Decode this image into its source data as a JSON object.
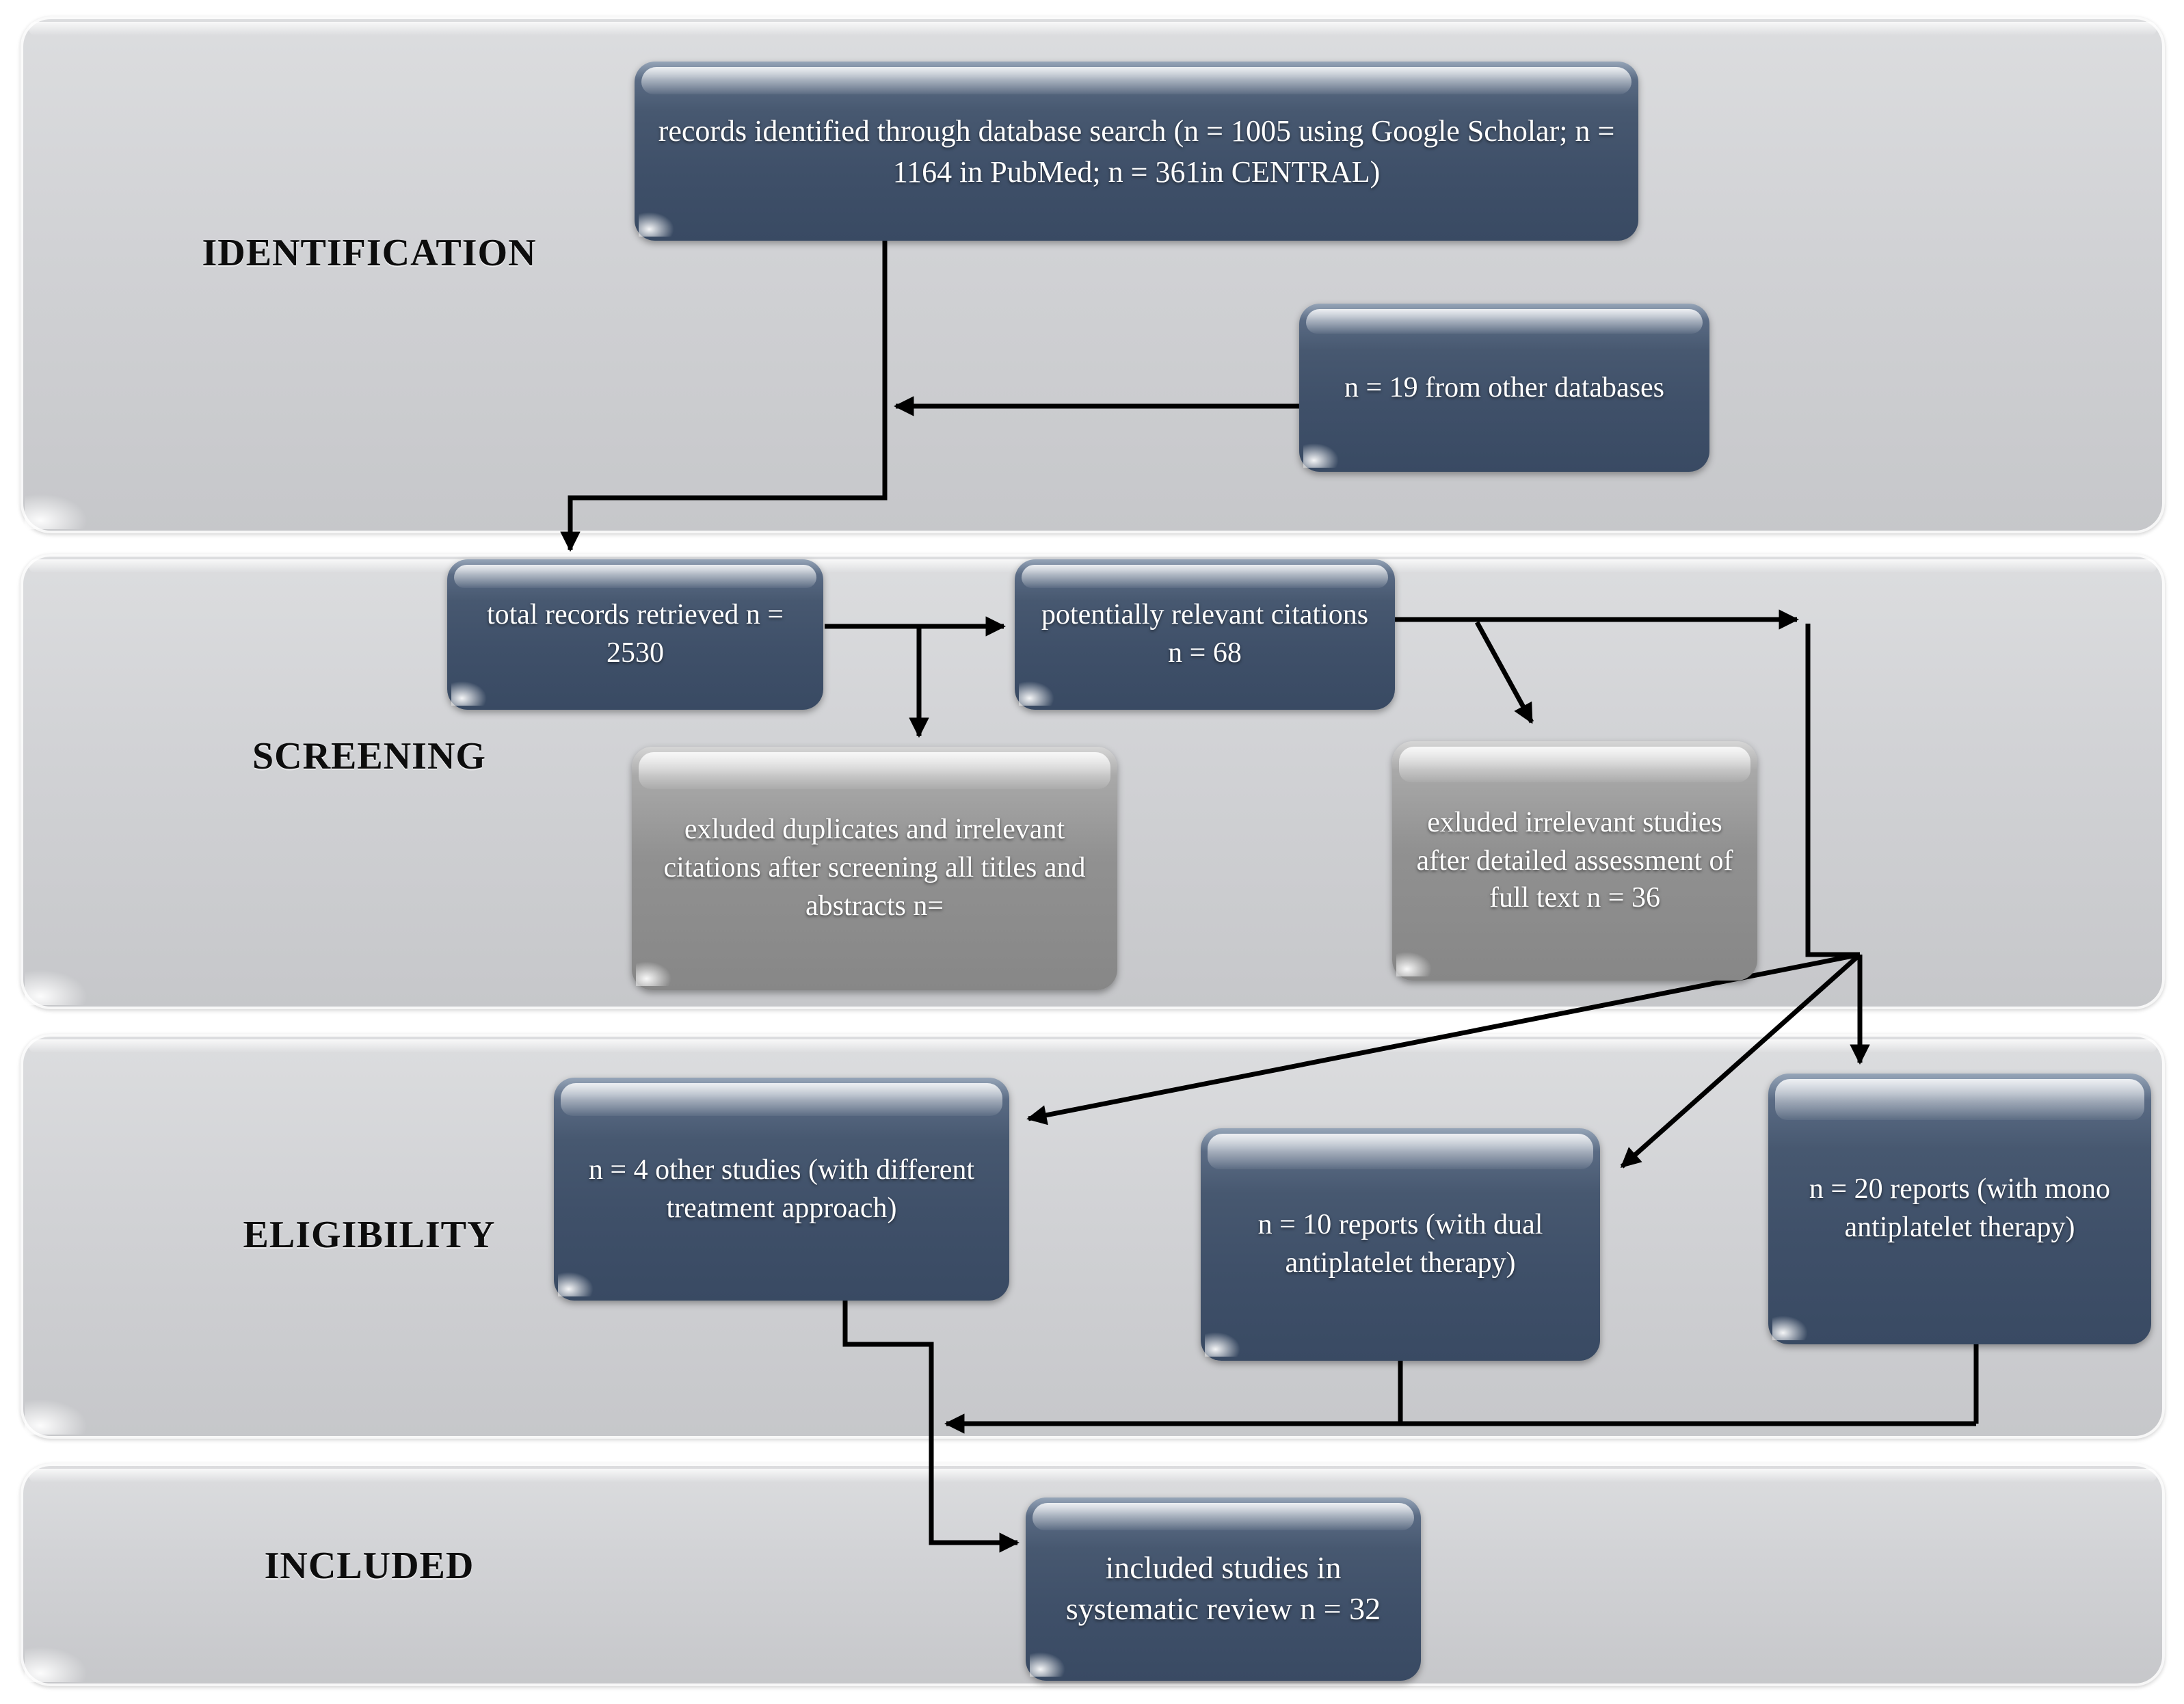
{
  "diagram": {
    "type": "prisma-flowchart",
    "stages": [
      {
        "label": "IDENTIFICATION"
      },
      {
        "label": "SCREENING"
      },
      {
        "label": "ELIGIBILITY"
      },
      {
        "label": "INCLUDED"
      }
    ],
    "nodes": {
      "records": {
        "text": "records identified through database search (n = 1005 using Google Scholar; n = 1164 in PubMed; n = 361in CENTRAL)",
        "kind": "blue"
      },
      "other_db": {
        "text": "n = 19 from other databases",
        "kind": "blue"
      },
      "total": {
        "text": "total records retrieved n = 2530",
        "kind": "blue"
      },
      "potential": {
        "text": "potentially relevant citations n = 68",
        "kind": "blue"
      },
      "excl_dup": {
        "text": "exluded duplicates and irrelevant citations after screening all titles and abstracts n=",
        "kind": "gray"
      },
      "excl_irrel": {
        "text": "exluded irrelevant studies after detailed assessment of full text n = 36",
        "kind": "gray"
      },
      "other_studies": {
        "text": "n = 4 other studies (with different treatment approach)",
        "kind": "blue"
      },
      "dual": {
        "text": "n = 10 reports (with dual antiplatelet therapy)",
        "kind": "blue"
      },
      "mono": {
        "text": "n = 20 reports (with mono antiplatelet therapy)",
        "kind": "blue"
      },
      "included": {
        "text": "included studies in systematic review n = 32",
        "kind": "blue"
      }
    },
    "edges": [
      {
        "from": "records",
        "to": "total"
      },
      {
        "from": "other_db",
        "to": "total"
      },
      {
        "from": "total",
        "to": "potential"
      },
      {
        "from": "total",
        "to": "excl_dup"
      },
      {
        "from": "potential",
        "to": "excl_irrel"
      },
      {
        "from": "potential",
        "to": "other_studies"
      },
      {
        "from": "potential",
        "to": "dual"
      },
      {
        "from": "potential",
        "to": "mono"
      },
      {
        "from": "other_studies",
        "to": "included"
      },
      {
        "from": "dual",
        "to": "included"
      },
      {
        "from": "mono",
        "to": "included"
      }
    ],
    "colors": {
      "node_blue": "#41526c",
      "node_gray": "#8f8f8f",
      "band_gray": "#d2d3d6",
      "arrow": "#000000",
      "label_text": "#0d0d0d",
      "node_text": "#ffffff"
    }
  }
}
